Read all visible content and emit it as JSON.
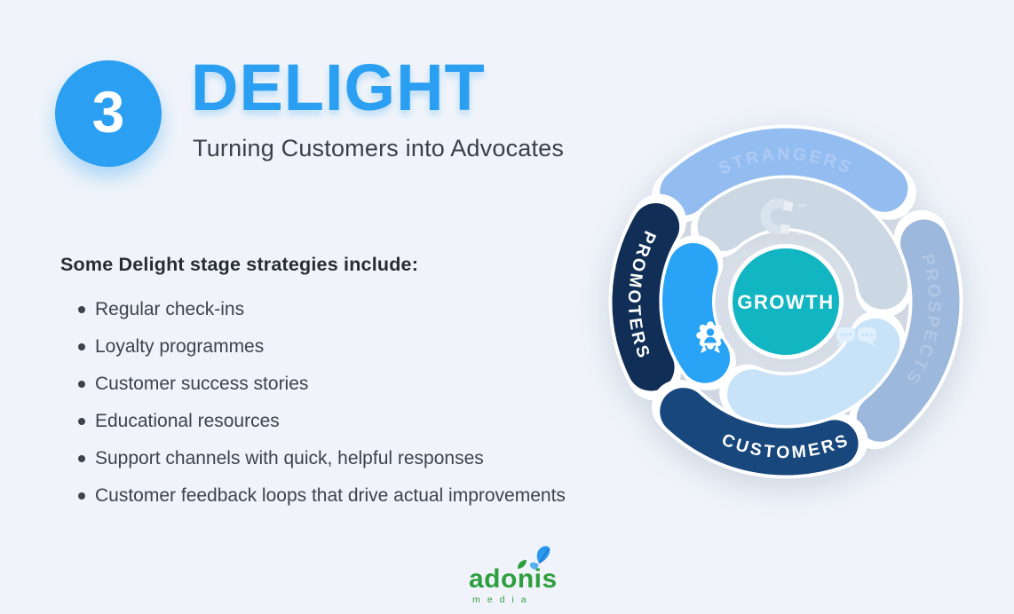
{
  "page": {
    "background_color": "#f0f4fa"
  },
  "header": {
    "step_number": "3",
    "step_circle_color": "#2b9ff1",
    "title": "DELIGHT",
    "title_color": "#2b9ff1",
    "subtitle": "Turning Customers into Advocates"
  },
  "strategies": {
    "heading": "Some Delight stage strategies include:",
    "items": [
      "Regular check-ins",
      "Loyalty programmes",
      "Customer success stories",
      "Educational resources",
      "Support channels with quick, helpful responses",
      "Customer feedback loops that drive actual improvements"
    ]
  },
  "flywheel": {
    "center": {
      "label": "GROWTH",
      "color": "#12b5c2"
    },
    "outer_segments": [
      {
        "label": "STRANGERS",
        "arc_color": "#93bdf1",
        "label_color": "#aecaf4"
      },
      {
        "label": "PROSPECTS",
        "arc_color": "#9cb8dd",
        "label_color": "#b2c6e4"
      },
      {
        "label": "PROMOTERS",
        "arc_color": "#112f56",
        "label_color": "#ffffff"
      },
      {
        "label": "CUSTOMERS",
        "arc_color": "#17477c",
        "label_color": "#ffffff"
      }
    ],
    "inner_segments": [
      {
        "name": "attract",
        "color": "#cbd8e3",
        "icon": "magnet-icon",
        "icon_color": "#dae4ed"
      },
      {
        "name": "engage",
        "color": "#c8e3f8",
        "icon": "chat-bubbles-icon",
        "icon_color": "#e0effb"
      },
      {
        "name": "delight",
        "color": "#29a3f5",
        "icon": "award-icon",
        "icon_color": "#ffffff"
      }
    ]
  },
  "footer": {
    "brand": "adonis",
    "brand_sub": "media",
    "brand_color": "#2f9e3f",
    "butterfly_color": "#2b98ee"
  }
}
